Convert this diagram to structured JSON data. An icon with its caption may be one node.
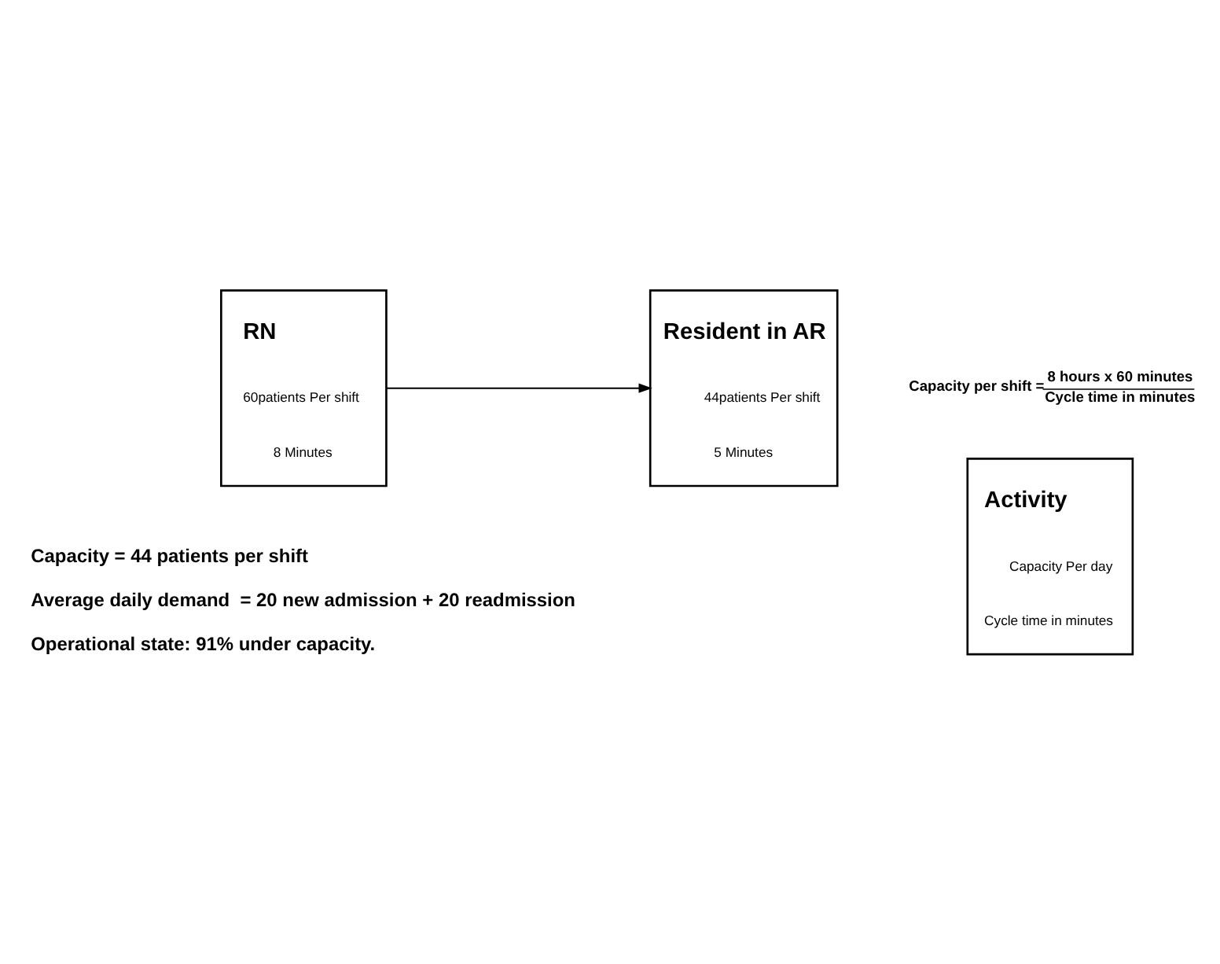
{
  "diagram": {
    "nodes": [
      {
        "text": [
          "RN",
          "60patients Per shift",
          "8 Minutes"
        ]
      },
      {
        "text": [
          "Resident in AR",
          "44patients Per shift",
          "5 Minutes"
        ]
      },
      {
        "text": [
          "Activity",
          "Capacity Per day",
          "Cycle time in minutes"
        ]
      }
    ],
    "edges": [
      {
        "from": 0,
        "to": 1,
        "arrow": "to"
      }
    ],
    "labels": [
      "Capacity per shift =",
      "8 hours x 60 minutes",
      "Cycle time in minutes",
      "Capacity = 44 patients per shift",
      "Average daily demand  = 20 new admission + 20 readmission",
      "Operational state: 91% under capacity."
    ]
  }
}
